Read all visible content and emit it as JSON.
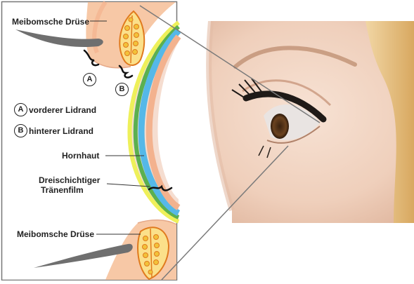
{
  "labels": {
    "meibom_top": "Meibomsche Drüse",
    "meibom_bottom": "Meibomsche Drüse",
    "marker_a": "A",
    "marker_b": "B",
    "legend_a_marker": "A",
    "legend_a_text": "vorderer Lidrand",
    "legend_b_marker": "B",
    "legend_b_text": "hinterer Lidrand",
    "cornea": "Hornhaut",
    "tearfilm_line1": "Dreischichtiger",
    "tearfilm_line2": "Tränenfilm"
  },
  "colors": {
    "skin_lid": "#f7c8a6",
    "skin_inner": "#f3b28e",
    "gland_fill": "#f2c23a",
    "gland_outline": "#e07a1e",
    "tear_blue": "#55b8e8",
    "tear_green": "#5bb04f",
    "tear_yellow": "#eef05a",
    "frame": "#777777",
    "photo_skin": "#f0d6c4",
    "photo_hair": "#e8c488"
  }
}
